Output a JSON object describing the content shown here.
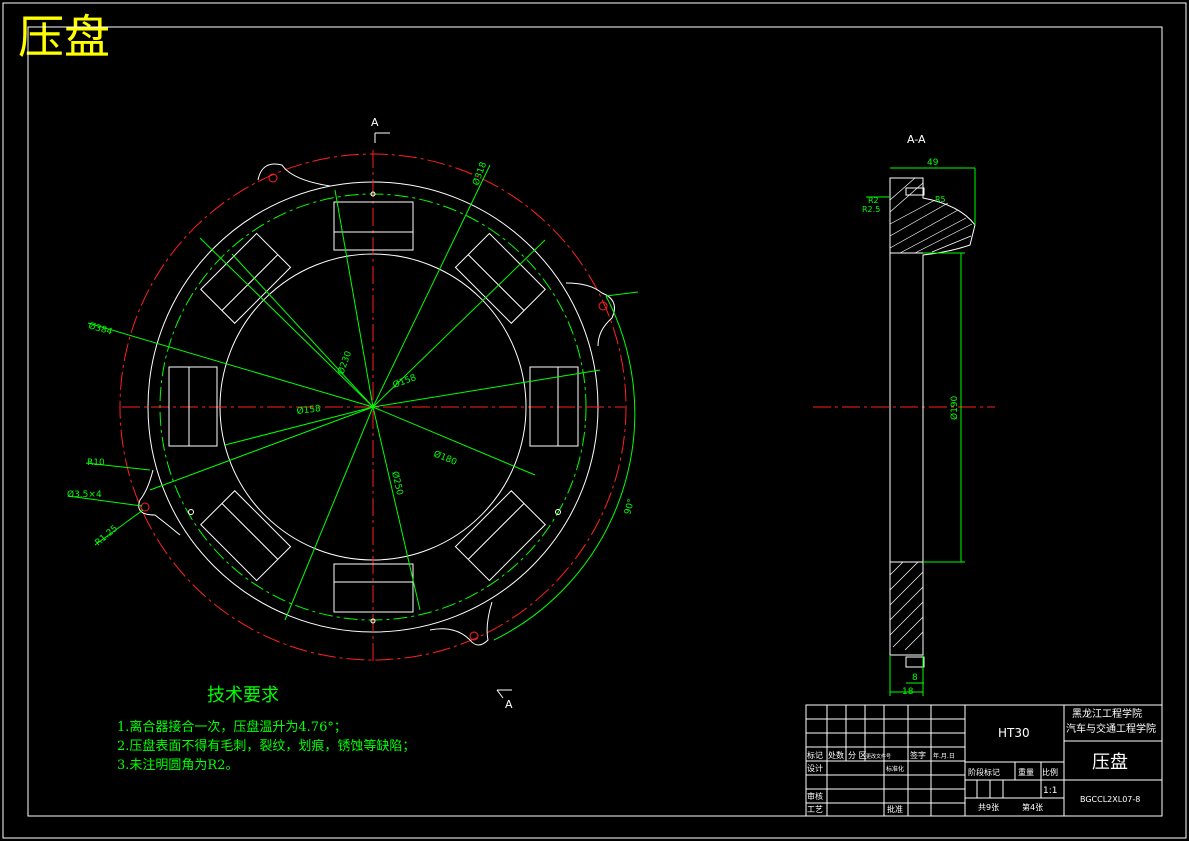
{
  "title": "压盘",
  "section_label": "A",
  "section_view_title": "A-A",
  "dimensions": {
    "d318": "Ø318",
    "d384": "Ø384",
    "d230": "Ø230",
    "d158a": "Ø158",
    "d158b": "Ø158",
    "d180": "Ø180",
    "d250": "Ø250",
    "r10": "R10",
    "holes": "Ø3.5×4",
    "r1": "R1.25",
    "angle": "90°",
    "w49": "49",
    "r2": "R2",
    "r3": "R2.5",
    "r4": "R5",
    "d190": "Ø190",
    "w18": "18",
    "w8": "8"
  },
  "tech_requirements": {
    "title": "技术要求",
    "items": [
      "1.离合器接合一次，压盘温升为4.76°；",
      "2.压盘表面不得有毛刺，裂纹，划痕，锈蚀等缺陷；",
      "3.未注明圆角为R2。"
    ]
  },
  "title_block": {
    "material": "HT30",
    "school": "黑龙江工程学院",
    "department": "汽车与交通工程学院",
    "part_name": "压盘",
    "drawing_no": "BGCCL2XL07-8",
    "scale": "1:1",
    "row_labels": [
      "标记",
      "处数",
      "分 区",
      "更改文件号",
      "签字",
      "年.月.日"
    ],
    "design": "设计",
    "standard": "标准化",
    "review": "审核",
    "process": "工艺",
    "approve": "批准",
    "stage_mark": "阶段标记",
    "weight": "重量",
    "ratio": "比例",
    "sheets_total": "共9张",
    "sheet_no": "第4张"
  }
}
